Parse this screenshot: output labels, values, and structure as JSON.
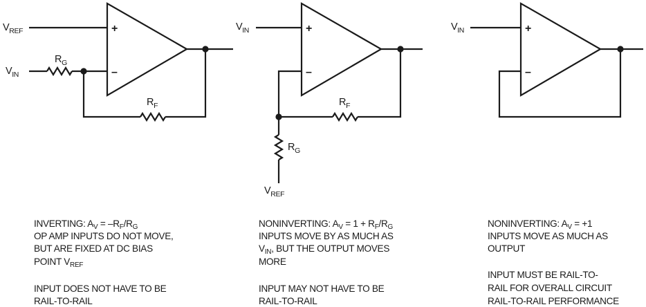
{
  "circuits": {
    "inverting": {
      "vref": {
        "main": "V",
        "sub": "REF"
      },
      "vin": {
        "main": "V",
        "sub": "IN"
      },
      "rg": {
        "main": "R",
        "sub": "G"
      },
      "rf": {
        "main": "R",
        "sub": "F"
      },
      "plus": "+",
      "minus": "–"
    },
    "noninverting": {
      "vin": {
        "main": "V",
        "sub": "IN"
      },
      "rf": {
        "main": "R",
        "sub": "F"
      },
      "rg": {
        "main": "R",
        "sub": "G"
      },
      "vref": {
        "main": "V",
        "sub": "REF"
      },
      "plus": "+",
      "minus": "–"
    },
    "follower": {
      "vin": {
        "main": "V",
        "sub": "IN"
      },
      "plus": "+",
      "minus": "–"
    }
  },
  "captions": {
    "inverting": {
      "gain": {
        "prefix": "INVERTING: A",
        "sub1": "V",
        "mid1": " = –R",
        "sub2": "F",
        "mid2": "/R",
        "sub3": "G"
      },
      "line2": "OP AMP INPUTS DO NOT MOVE,",
      "line3": "BUT ARE FIXED AT DC BIAS",
      "line4": {
        "prefix": "POINT V",
        "sub": "REF"
      },
      "note1": "INPUT DOES NOT HAVE TO BE",
      "note2": "RAIL-TO-RAIL"
    },
    "noninverting": {
      "gain": {
        "prefix": "NONINVERTING: A",
        "sub1": "V",
        "mid1": " = 1 + R",
        "sub2": "F",
        "mid2": "/R",
        "sub3": "G"
      },
      "line2": "INPUTS MOVE BY AS MUCH AS",
      "line3": {
        "prefix": "V",
        "sub": "IN",
        "suffix": ", BUT THE OUTPUT MOVES"
      },
      "line4": "MORE",
      "note1": "INPUT MAY NOT HAVE TO BE",
      "note2": "RAIL-TO-RAIL"
    },
    "follower": {
      "gain": {
        "prefix": "NONINVERTING: A",
        "sub1": "V",
        "mid1": " = +1"
      },
      "line2": "INPUTS MOVE AS MUCH AS",
      "line3": "OUTPUT",
      "note1": "INPUT MUST BE RAIL-TO-",
      "note2": "RAIL FOR OVERALL CIRCUIT",
      "note3": "RAIL-TO-RAIL PERFORMANCE"
    }
  }
}
